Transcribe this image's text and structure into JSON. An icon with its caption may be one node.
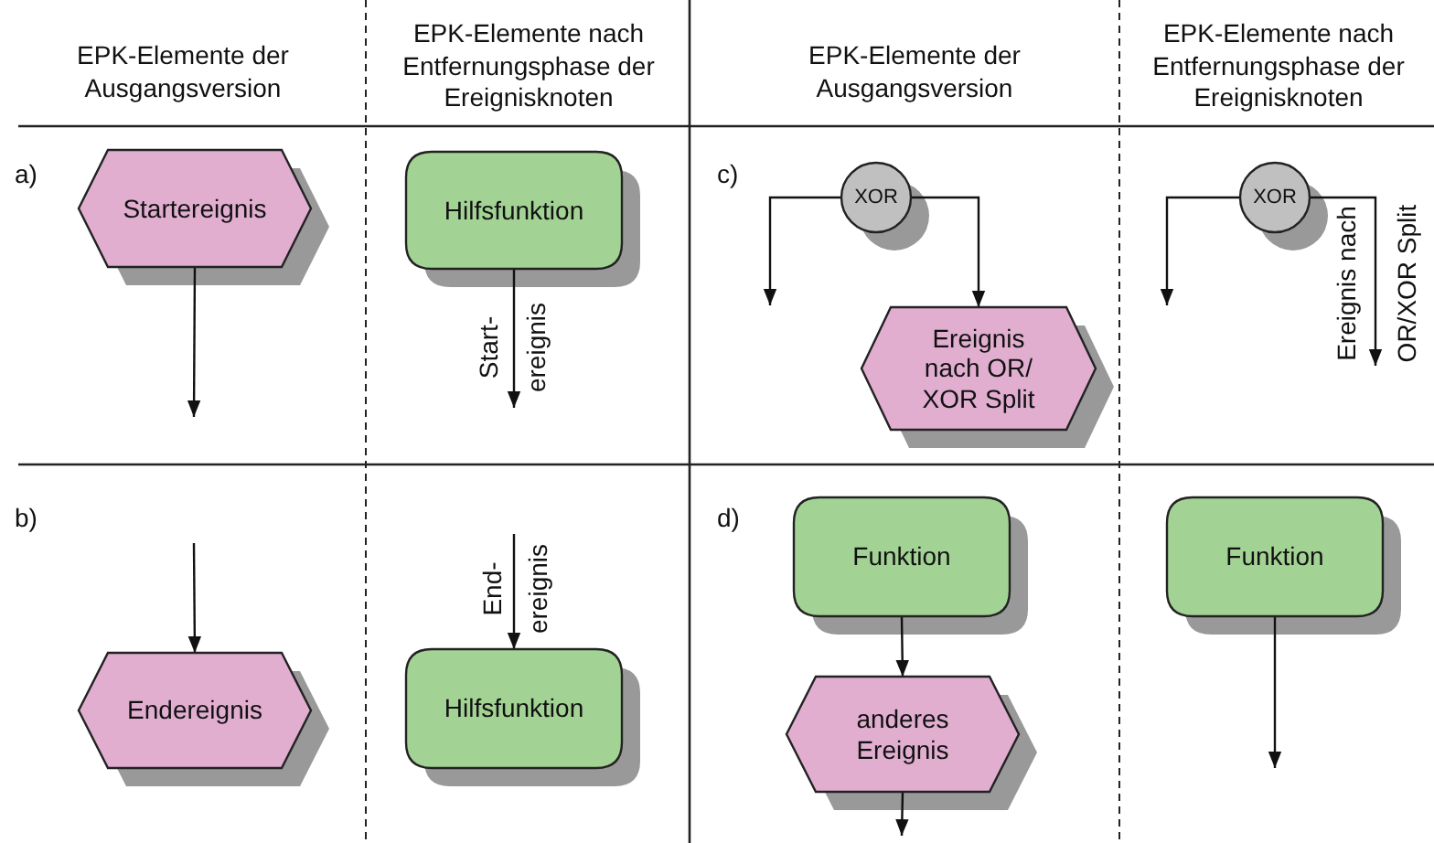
{
  "diagram": {
    "nodes": [
      {
        "text": [
          "Startereignis"
        ]
      },
      {
        "text": [
          "Hilfsfunktion"
        ]
      },
      {
        "text": [
          "XOR"
        ]
      },
      {
        "text": [
          "Ereignis nach OR/ XOR Split"
        ]
      },
      {
        "text": [
          "XOR"
        ]
      },
      {
        "text": [
          "Endereignis"
        ]
      },
      {
        "text": [
          "Hilfsfunktion"
        ]
      },
      {
        "text": [
          "Funktion"
        ]
      },
      {
        "text": [
          "anderes Ereignis"
        ]
      },
      {
        "text": [
          "Funktion"
        ]
      }
    ],
    "edges": [
      {
        "from": 0,
        "to": null,
        "arrow": "to"
      },
      {
        "from": 1,
        "to": null,
        "arrow": "to",
        "label": "Start- ereignis"
      },
      {
        "from": 2,
        "to": null,
        "arrow": "to"
      },
      {
        "from": 2,
        "to": 3,
        "arrow": "to"
      },
      {
        "from": 4,
        "to": null,
        "arrow": "to"
      },
      {
        "from": 4,
        "to": null,
        "arrow": "to",
        "label": "Ereignis nach OR/XOR Split"
      },
      {
        "from": null,
        "to": 5,
        "arrow": "to"
      },
      {
        "from": null,
        "to": 6,
        "arrow": "to",
        "label": "End- ereignis"
      },
      {
        "from": 7,
        "to": 8,
        "arrow": "to"
      },
      {
        "from": 8,
        "to": null,
        "arrow": "to"
      },
      {
        "from": 9,
        "to": null,
        "arrow": "to"
      }
    ],
    "labels": [
      "EPK-Elemente der Ausgangsversion",
      "EPK-Elemente nach Entfernungsphase der Ereignisknoten",
      "EPK-Elemente der Ausgangsversion",
      "EPK-Elemente nach Entfernungsphase der Ereignisknoten",
      "a)",
      "c)",
      "b)",
      "d)"
    ]
  }
}
